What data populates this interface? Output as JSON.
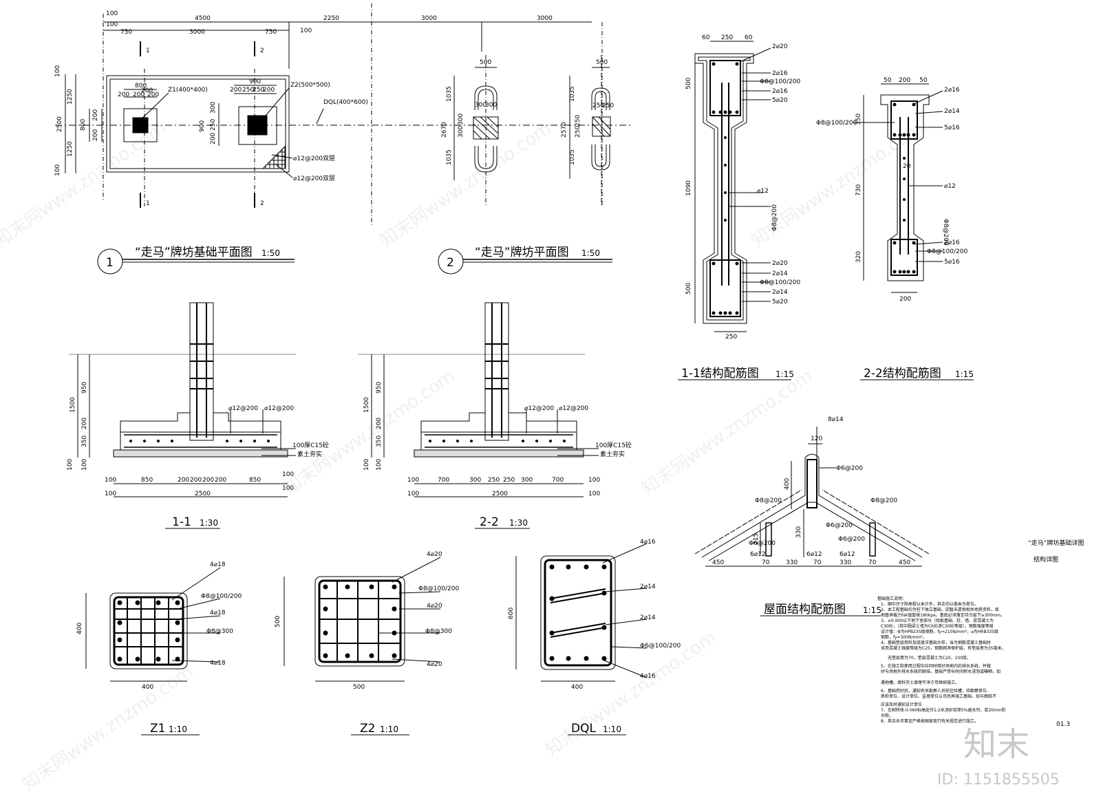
{
  "drawings": {
    "plan1": {
      "number": "1",
      "title": "“走马”牌坊基础平面图",
      "scale": "1:50",
      "top_dims_row1": [
        "100",
        "4500",
        "2250",
        "3000",
        "3000"
      ],
      "top_dims_row2": [
        "100",
        "750",
        "3000",
        "750",
        "100"
      ],
      "left_dims": [
        "100",
        "1250",
        "2500",
        "1250",
        "100",
        "800",
        "200",
        "200"
      ],
      "z1_dims": [
        "800",
        "200",
        "200",
        "200",
        "200"
      ],
      "z2_dims": [
        "900",
        "200",
        "250",
        "200",
        "250",
        "900",
        "250",
        "200",
        "300"
      ],
      "labels": [
        "Z1(400*400)",
        "Z2(500*500)",
        "DQL(400*600)",
        "⌀12@200双层",
        "⌀12@200双层"
      ],
      "cut_marks": [
        "1",
        "2",
        "1",
        "2"
      ]
    },
    "plan2": {
      "number": "2",
      "title": "“走马”牌坊平面图",
      "scale": "1:50",
      "dims_left": [
        "500",
        "1035",
        "300",
        "300",
        "300",
        "300",
        "2670",
        "1035"
      ],
      "dims_right": [
        "500",
        "1035",
        "250",
        "250",
        "2570",
        "250",
        "250",
        "1035"
      ]
    },
    "sec11": {
      "title": "1-1",
      "scale": "1:30",
      "rebar": [
        "⌀12@200",
        "⌀12@200"
      ],
      "notes": [
        "100厚C15砼",
        "素土夯实"
      ],
      "vert_dims": [
        "1500",
        "950",
        "200",
        "350",
        "100",
        "100"
      ],
      "bottom_row1": [
        "100",
        "850",
        "200",
        "200",
        "200",
        "200",
        "850",
        "100"
      ],
      "bottom_row2": [
        "100",
        "2500",
        "100"
      ]
    },
    "sec22": {
      "title": "2-2",
      "scale": "1:30",
      "rebar": [
        "⌀12@200",
        "⌀12@200"
      ],
      "notes": [
        "100厚C15砼",
        "素土夯实"
      ],
      "vert_dims": [
        "1500",
        "950",
        "200",
        "350",
        "100",
        "100"
      ],
      "bottom_row1": [
        "100",
        "700",
        "300",
        "250",
        "250",
        "300",
        "700",
        "100"
      ],
      "bottom_row2": [
        "100",
        "2500",
        "100"
      ]
    },
    "struct11": {
      "title": "1-1结构配筋图",
      "scale": "1:15",
      "top_dims": [
        "60",
        "250",
        "60"
      ],
      "vert_dims": [
        "500",
        "1090",
        "500"
      ],
      "bottom_dim": "250",
      "labels": [
        "2⌀20",
        "2⌀16",
        "Φ8@100/200",
        "2⌀16",
        "5⌀20",
        "⌀12",
        "Φ8@200",
        "2⌀20",
        "2⌀14",
        "Φ8@100/200",
        "2⌀14",
        "5⌀20"
      ]
    },
    "struct22": {
      "title": "2-2结构配筋图",
      "scale": "1:15",
      "top_dims": [
        "50",
        "200",
        "50"
      ],
      "vert_dims": [
        "350",
        "730",
        "320"
      ],
      "bottom_dim": "200",
      "left_label": "Φ8@100/200",
      "mid_label": "20",
      "labels": [
        "2⌀16",
        "2⌀14",
        "5⌀16",
        "⌀12",
        "Φ8@200",
        "2⌀16",
        "Φ8@100/200",
        "5⌀16"
      ]
    },
    "roof": {
      "title": "屋面结构配筋图",
      "scale": "1:15",
      "labels": [
        "8⌀14",
        "Φ6@200",
        "Φ8@200",
        "Φ8@200",
        "Φ6@200",
        "Φ6@200",
        "Φ6@200",
        "6⌀12",
        "6⌀12",
        "6⌀12"
      ],
      "dims": [
        "120",
        "400",
        "330",
        "215",
        "450",
        "70",
        "330",
        "70",
        "330",
        "70",
        "450"
      ]
    },
    "z1": {
      "title": "Z1",
      "scale": "1:10",
      "labels": [
        "4⌀18",
        "Φ8@100/200",
        "4⌀18",
        "Φ8@300",
        "4⌀18"
      ],
      "dims": [
        "400",
        "400"
      ]
    },
    "z2": {
      "title": "Z2",
      "scale": "1:10",
      "labels": [
        "4⌀20",
        "Φ8@100/200",
        "4⌀20",
        "Φ8@300",
        "4⌀20"
      ],
      "dims": [
        "500",
        "500"
      ]
    },
    "dql": {
      "title": "DQL",
      "scale": "1:10",
      "labels": [
        "4⌀16",
        "2⌀14",
        "2⌀14",
        "Φ6@100/200",
        "4⌀16"
      ],
      "dims": [
        "600",
        "400"
      ]
    }
  },
  "sheet_title": [
    "“走马”牌坊基础详图",
    "结构详图"
  ],
  "notes": {
    "heading": "基础施工说明：",
    "lines": [
      "1、图中尺寸除高程以米计外，其余均以毫米为单位。",
      "2、本工程基础均为柱下独立基础，因暂未提供相关地质资料，故",
      "地基承载力fak值暂按180kpa，基底必须落至持力层下≥300mm。",
      "3、±0.000以下地下室部分（找板基础、柱、墙、梁混凝土为",
      "C30砼，（其中圈梁土墙为C6抗渗C30砼等级），钢筋强度等级",
      "设计值：Φ为HPB235级钢筋，fy=210N/mm²，⌀为HRB335级",
      "钢筋，fy=300N/mm²。",
      "4、基础垫层用料及厚度详基础大样，当为钢筋混凝土基础时",
      "采用混凝土强度等级为C25，钢筋网净保护层，有垫层者为35毫米，",
      "无垫层者为70，垫层混凝土为C20，100厚。",
      "5、在施工和使用过程中应同时修好场地内的排水系统，并做",
      "好与场地外排水系统的联结，基础严禁长时间积水浸泡或曝晒，如",
      "遇地槽，填料夯土填埋干净方可继续施工。",
      "6、基础挖好后，通知有关勘察人员前往验槽，待勘察单位、",
      "质检单位、设计单位、监理单位认可后再施工基础，如与图纸不",
      "应该及时通知设计单位",
      "7、在砌砖体-0.060标高处作1:2水泥砂浆掺5%避水剂，厚20mm防",
      "水粉。",
      "8、其余未尽事宜严格按国家现行有关规范进行施工。"
    ]
  },
  "misc": {
    "corner_number": "01.3",
    "brand": "知末",
    "id_label": "ID: 1151855505",
    "watermark": "知末网www.znzmo.com"
  }
}
